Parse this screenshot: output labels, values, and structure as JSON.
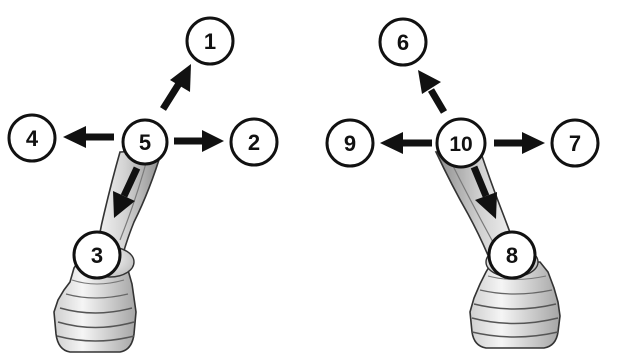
{
  "colors": {
    "ink": "#111111",
    "stick_light": "#e2e2e2",
    "stick_shade": "#9a9a9a",
    "base_light": "#f0f0f0",
    "base_shade": "#a8a8a8",
    "badge_fill": "#ffffff"
  },
  "left_joystick": {
    "center": "5",
    "up_right": "1",
    "right": "2",
    "down": "3",
    "left": "4"
  },
  "right_joystick": {
    "center": "10",
    "up_left": "6",
    "right": "7",
    "down": "8",
    "left": "9"
  }
}
